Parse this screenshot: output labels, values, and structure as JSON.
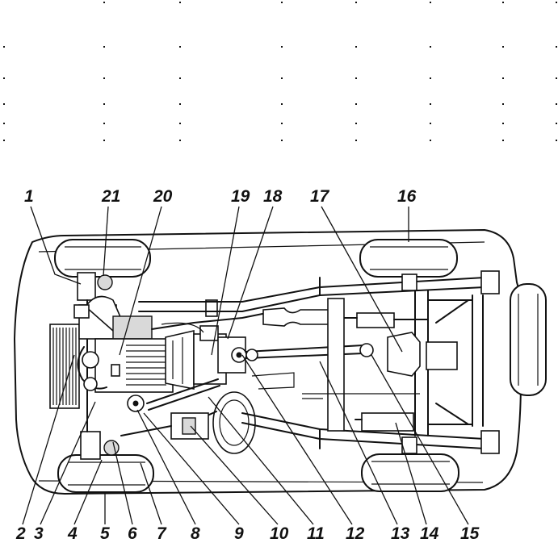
{
  "diagram": {
    "callouts_top": [
      "1",
      "21",
      "20",
      "19",
      "18",
      "17",
      "16"
    ],
    "callouts_bottom": [
      "2",
      "3",
      "4",
      "5",
      "6",
      "7",
      "8",
      "9",
      "10",
      "11",
      "12",
      "13",
      "14",
      "15"
    ]
  }
}
